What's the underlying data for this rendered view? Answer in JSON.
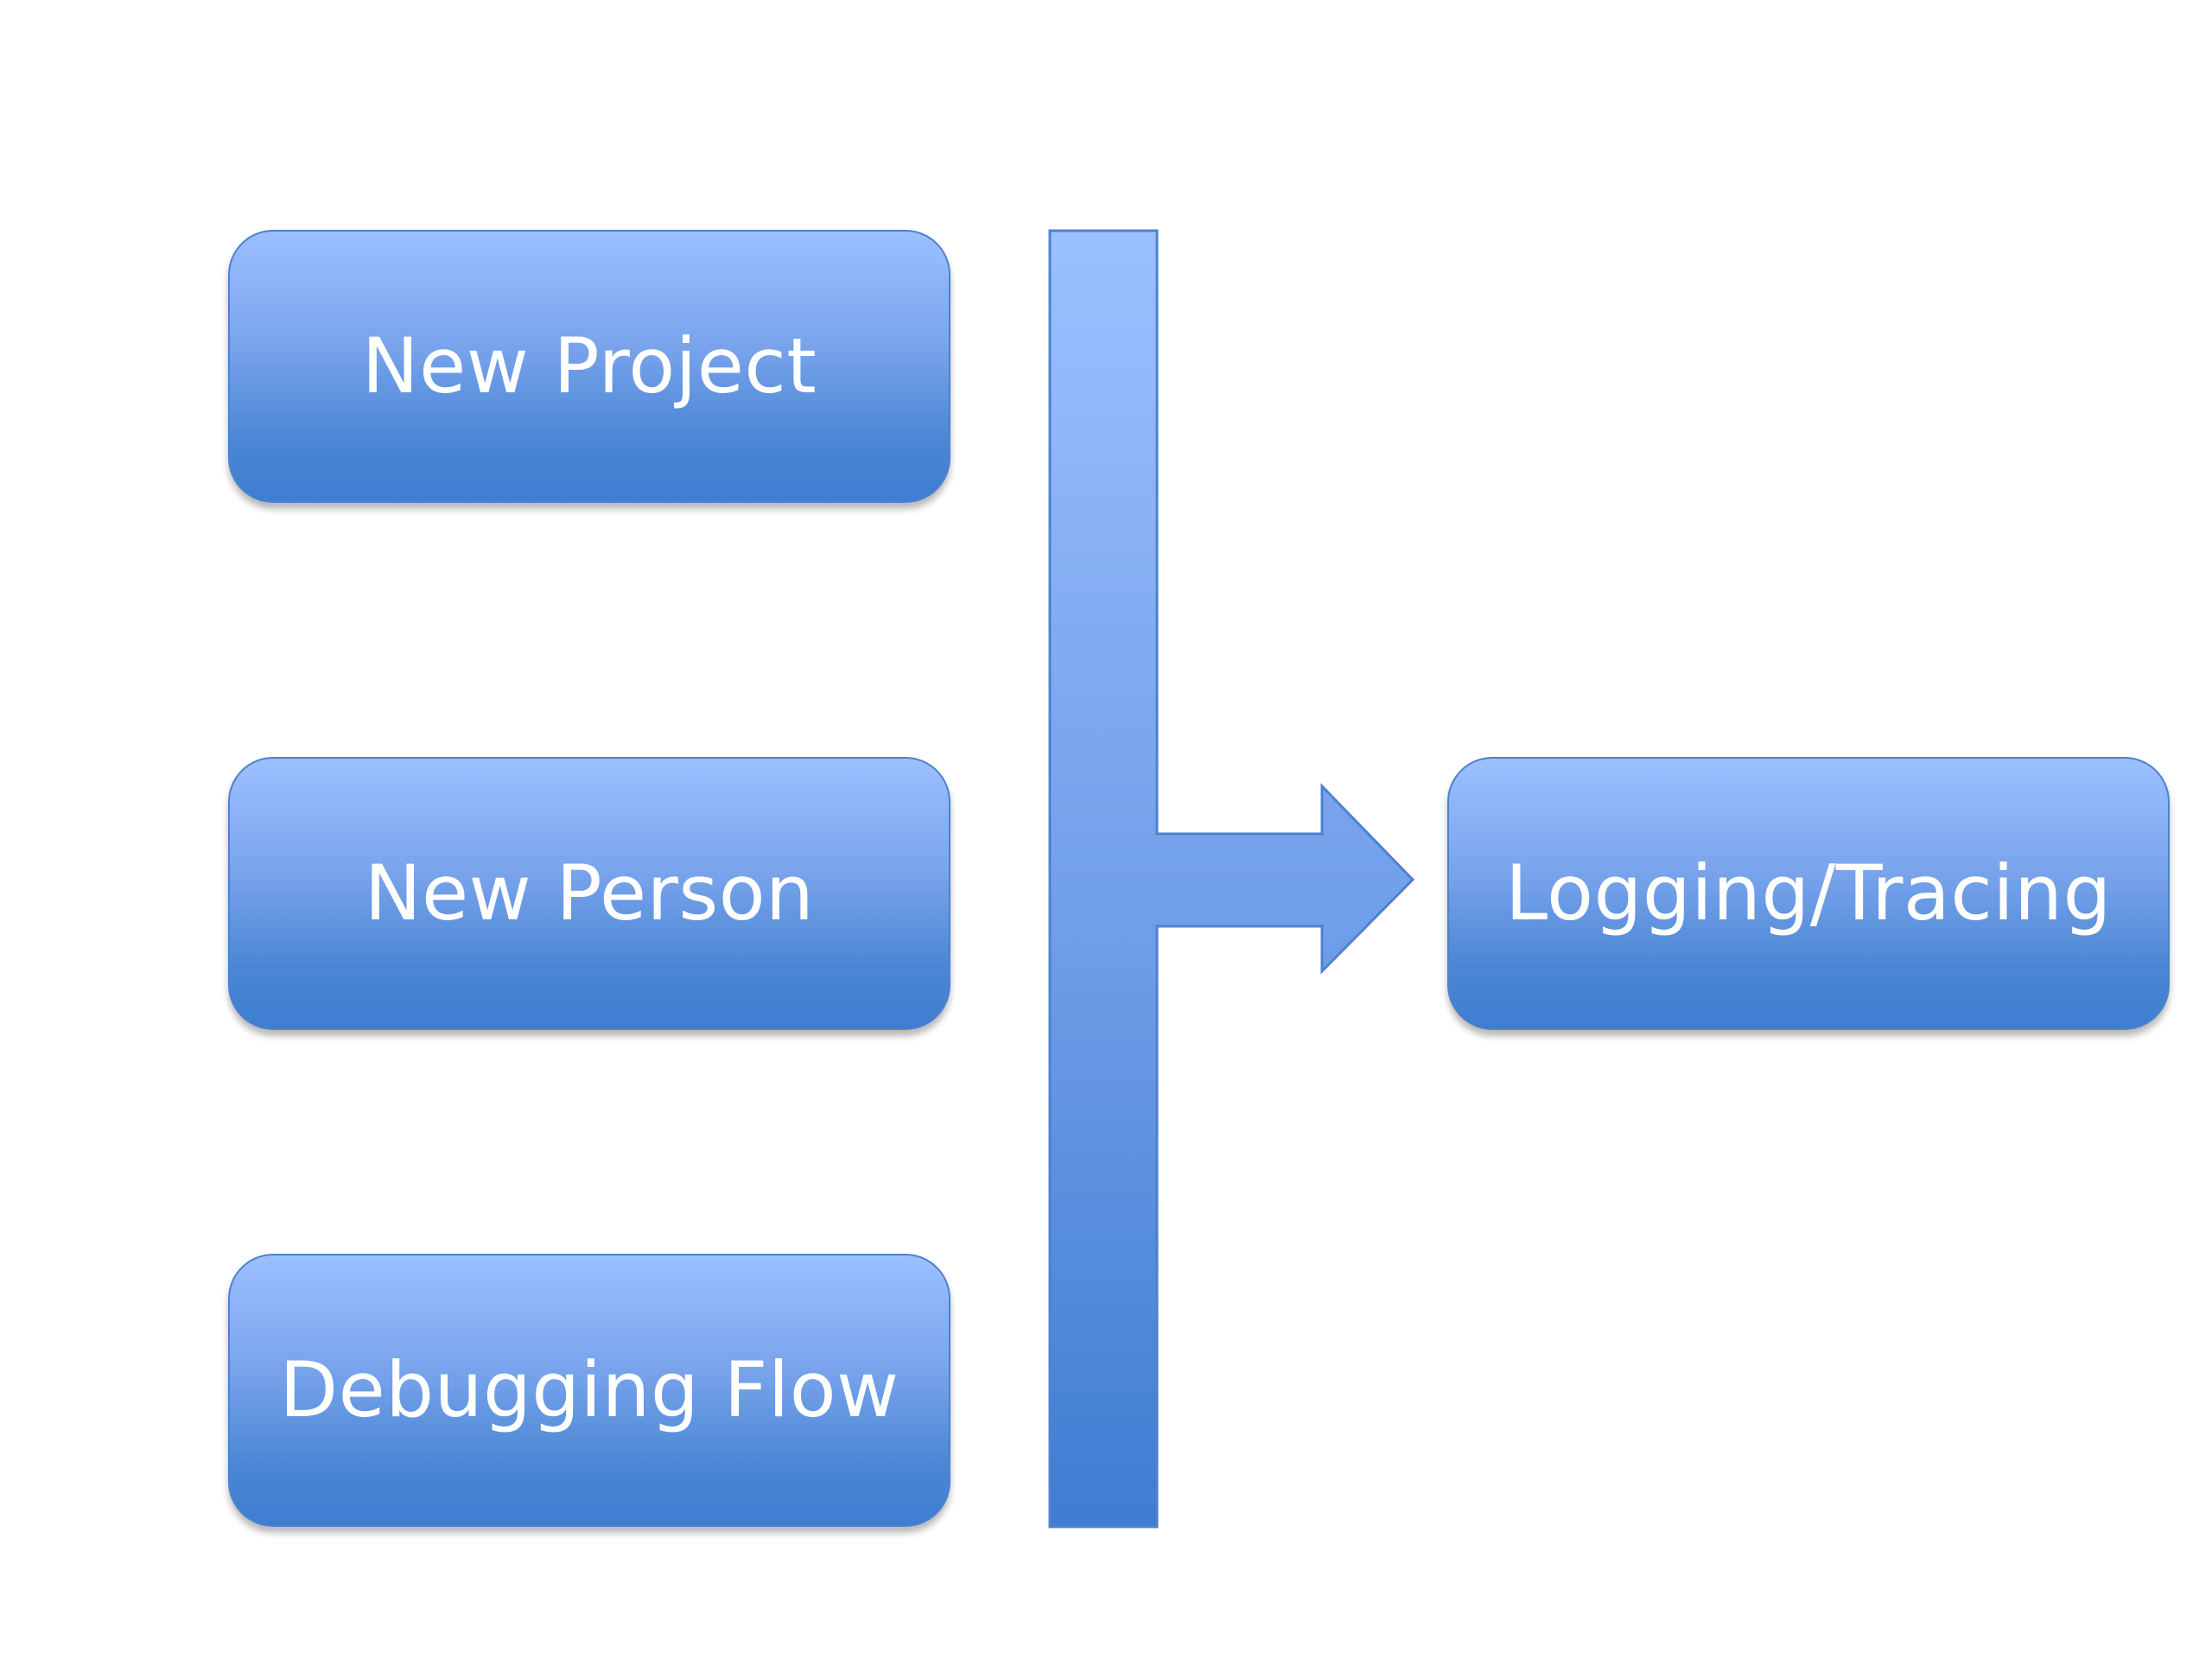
{
  "diagram": {
    "sources": [
      {
        "label": "New Project"
      },
      {
        "label": "New Person"
      },
      {
        "label": "Debugging Flow"
      }
    ],
    "target": {
      "label": "Logging/Tracing"
    },
    "colors": {
      "fill_light": "#9bc0ff",
      "fill_dark": "#3e7dd1",
      "border": "#4f81cc",
      "text": "#ffffff"
    }
  }
}
